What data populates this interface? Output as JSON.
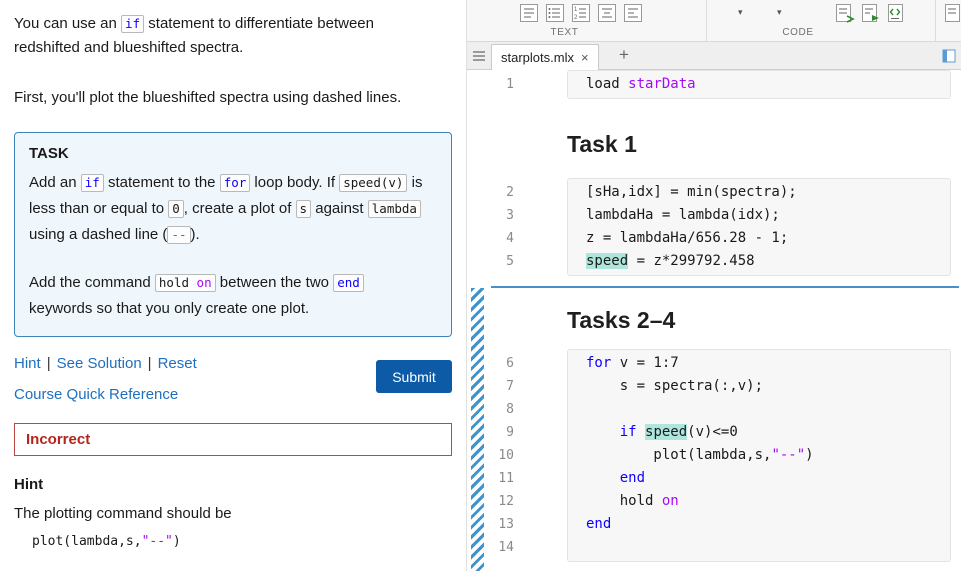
{
  "left_panel": {
    "intro": {
      "p1": {
        "s0": "You can use an ",
        "c1": "if",
        "s1": " statement to differentiate between redshifted and blueshifted spectra."
      },
      "p2": "First, you'll plot the blueshifted spectra using dashed lines."
    },
    "task_box": {
      "title": "TASK",
      "p1": {
        "s0": "Add an ",
        "c1": "if",
        "s1": " statement to the ",
        "c2": "for",
        "s2": " loop body. If ",
        "c3": "speed(v)",
        "s3": " is less than or equal to ",
        "c4": "0",
        "s4": ", create a plot of ",
        "c5": "s",
        "s5": " against ",
        "c6": "lambda",
        "s6": " using a dashed line (",
        "c7": "--",
        "s7": ")."
      },
      "p2": {
        "s0": "Add the command ",
        "c1a": "hold ",
        "c1b": "on",
        "s1": " between the two ",
        "c2": "end",
        "s2": " keywords so that you only create one plot."
      }
    },
    "links": {
      "hint": "Hint",
      "sep1": "|",
      "see_solution": "See Solution",
      "sep2": "|",
      "reset": "Reset",
      "course": "Course Quick Reference"
    },
    "submit_label": "Submit",
    "status": {
      "label": "Incorrect"
    },
    "hint_section": {
      "title": "Hint",
      "text": "The plotting command should be",
      "code": {
        "s0": "plot(lambda,s,",
        "str": "\"--\"",
        "s1": ")"
      }
    }
  },
  "toolbar": {
    "text_label": "TEXT",
    "code_label": "CODE"
  },
  "tabs": {
    "active": "starplots.mlx",
    "close": "×",
    "add": "+"
  },
  "editor": {
    "blocks": [
      {
        "type": "code",
        "lines": [
          {
            "n": 1,
            "tokens": [
              {
                "t": "load ",
                "c": "plain"
              },
              {
                "t": "starData",
                "c": "str"
              }
            ]
          }
        ]
      },
      {
        "type": "heading",
        "text": "Task 1"
      },
      {
        "type": "code",
        "lines": [
          {
            "n": 2,
            "tokens": [
              {
                "t": "[sHa,idx] = min(spectra);",
                "c": "plain"
              }
            ]
          },
          {
            "n": 3,
            "tokens": [
              {
                "t": "lambdaHa = lambda(idx);",
                "c": "plain"
              }
            ]
          },
          {
            "n": 4,
            "tokens": [
              {
                "t": "z = lambdaHa/656.28 - 1;",
                "c": "plain"
              }
            ]
          },
          {
            "n": 5,
            "tokens": [
              {
                "t": "speed",
                "c": "plain hl"
              },
              {
                "t": " = z*299792.458",
                "c": "plain"
              }
            ]
          }
        ]
      },
      {
        "type": "section-break"
      },
      {
        "type": "heading",
        "text": "Tasks 2–4"
      },
      {
        "type": "code",
        "lines": [
          {
            "n": 6,
            "tokens": [
              {
                "t": "for",
                "c": "kw"
              },
              {
                "t": " v = 1:7",
                "c": "plain"
              }
            ]
          },
          {
            "n": 7,
            "tokens": [
              {
                "t": "    s = spectra(:,v);",
                "c": "plain"
              }
            ]
          },
          {
            "n": 8,
            "tokens": []
          },
          {
            "n": 9,
            "tokens": [
              {
                "t": "    ",
                "c": "plain"
              },
              {
                "t": "if",
                "c": "kw"
              },
              {
                "t": " ",
                "c": "plain"
              },
              {
                "t": "speed",
                "c": "plain hl"
              },
              {
                "t": "(v)<=0",
                "c": "plain"
              }
            ]
          },
          {
            "n": 10,
            "tokens": [
              {
                "t": "        plot(lambda,s,",
                "c": "plain"
              },
              {
                "t": "\"--\"",
                "c": "str"
              },
              {
                "t": ")",
                "c": "plain"
              }
            ]
          },
          {
            "n": 11,
            "tokens": [
              {
                "t": "    ",
                "c": "plain"
              },
              {
                "t": "end",
                "c": "kw"
              }
            ]
          },
          {
            "n": 12,
            "tokens": [
              {
                "t": "    hold ",
                "c": "plain"
              },
              {
                "t": "on",
                "c": "str"
              }
            ]
          },
          {
            "n": 13,
            "tokens": [
              {
                "t": "end",
                "c": "kw"
              }
            ]
          },
          {
            "n": 14,
            "tokens": []
          }
        ]
      }
    ]
  },
  "colors": {
    "keyword": "#0e00ff",
    "string": "#a709f5",
    "highlight": "#aee6de",
    "accent_blue": "#0d5aa7",
    "error_red": "#b3261e"
  }
}
